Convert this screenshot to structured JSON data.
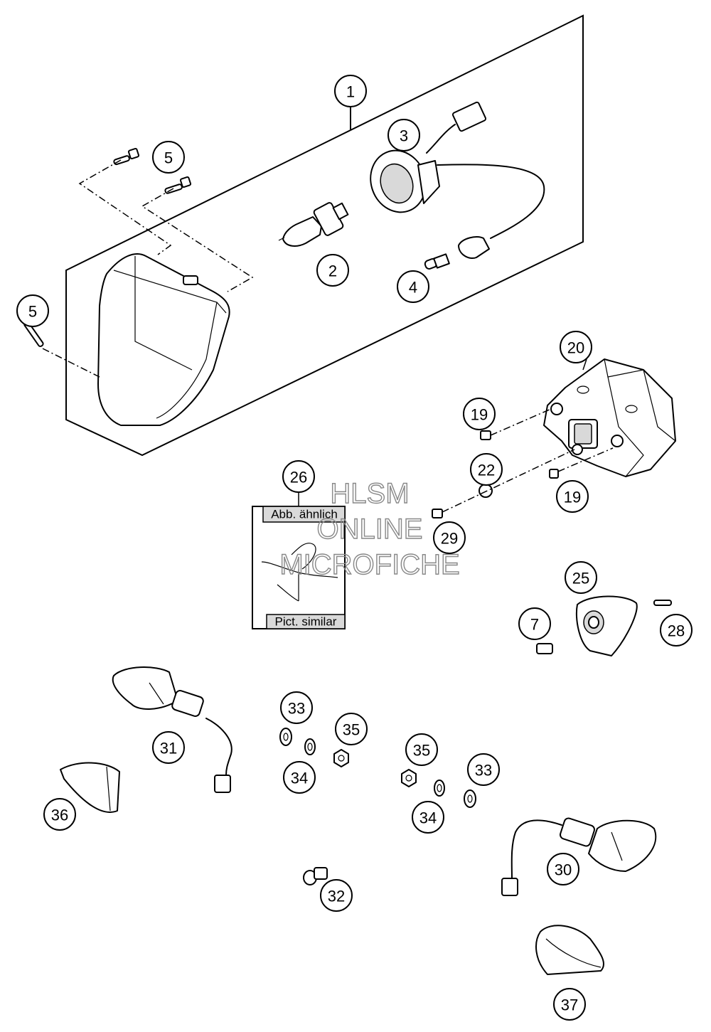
{
  "callouts": [
    {
      "id": "c1",
      "label": "1"
    },
    {
      "id": "c2",
      "label": "2"
    },
    {
      "id": "c3",
      "label": "3"
    },
    {
      "id": "c4",
      "label": "4"
    },
    {
      "id": "c5a",
      "label": "5"
    },
    {
      "id": "c5b",
      "label": "5"
    },
    {
      "id": "c7",
      "label": "7"
    },
    {
      "id": "c19a",
      "label": "19"
    },
    {
      "id": "c19b",
      "label": "19"
    },
    {
      "id": "c20",
      "label": "20"
    },
    {
      "id": "c22",
      "label": "22"
    },
    {
      "id": "c25",
      "label": "25"
    },
    {
      "id": "c26",
      "label": "26"
    },
    {
      "id": "c28",
      "label": "28"
    },
    {
      "id": "c29",
      "label": "29"
    },
    {
      "id": "c30",
      "label": "30"
    },
    {
      "id": "c31",
      "label": "31"
    },
    {
      "id": "c32",
      "label": "32"
    },
    {
      "id": "c33a",
      "label": "33"
    },
    {
      "id": "c33b",
      "label": "33"
    },
    {
      "id": "c34a",
      "label": "34"
    },
    {
      "id": "c34b",
      "label": "34"
    },
    {
      "id": "c35a",
      "label": "35"
    },
    {
      "id": "c35b",
      "label": "35"
    },
    {
      "id": "c36",
      "label": "36"
    },
    {
      "id": "c37",
      "label": "37"
    }
  ],
  "inset": {
    "top_label": "Abb. ähnlich",
    "bottom_label": "Pict. similar"
  },
  "watermark": {
    "line1": "HLSM",
    "line2": "ONLINE",
    "line3": "MICROFICHE"
  }
}
